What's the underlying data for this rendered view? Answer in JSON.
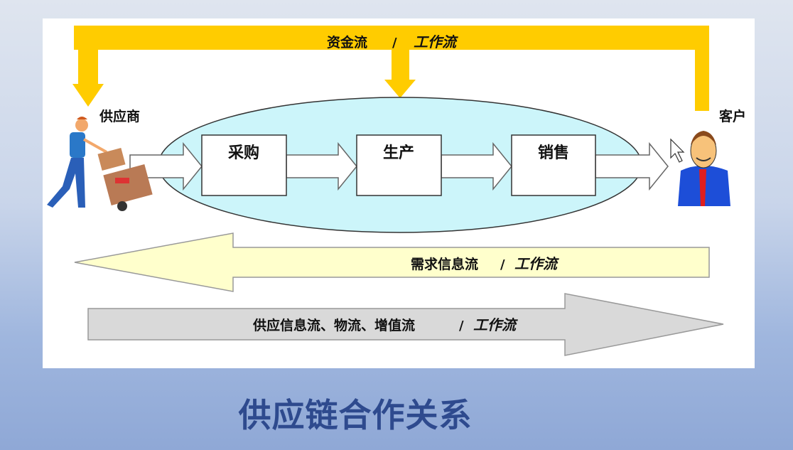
{
  "title": "供应链合作关系",
  "top_flow": {
    "label_a": "资金流",
    "separator": "/",
    "label_b": "工作流"
  },
  "supplier": {
    "label": "供应商"
  },
  "customer": {
    "label": "客户"
  },
  "stages": [
    "采购",
    "生产",
    "销售"
  ],
  "demand_flow": {
    "label_a": "需求信息流",
    "separator": "/",
    "label_b": "工作流"
  },
  "supply_flow": {
    "label_a": "供应信息流、物流、增值流",
    "separator": "/",
    "label_b": "工作流"
  },
  "colors": {
    "yellow": "#ffcc00",
    "ellipse": "#ccf5fa",
    "title": "#2e4a8e"
  }
}
